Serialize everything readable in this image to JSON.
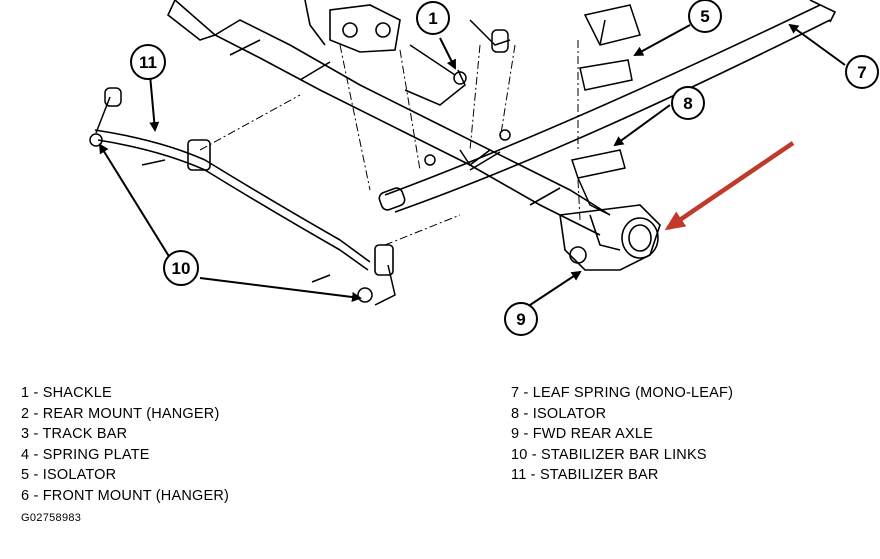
{
  "callouts": [
    {
      "num": "1"
    },
    {
      "num": "5"
    },
    {
      "num": "7"
    },
    {
      "num": "8"
    },
    {
      "num": "9"
    },
    {
      "num": "10"
    },
    {
      "num": "11"
    }
  ],
  "legend_left": [
    "1 - SHACKLE",
    "2 - REAR MOUNT (HANGER)",
    "3 - TRACK BAR",
    "4 - SPRING PLATE",
    "5 - ISOLATOR",
    "6 - FRONT MOUNT (HANGER)"
  ],
  "legend_right": [
    "7 - LEAF SPRING (MONO-LEAF)",
    "8 - ISOLATOR",
    "9 - FWD REAR AXLE",
    "10 - STABILIZER BAR LINKS",
    "11 - STABILIZER BAR"
  ],
  "figure_id": "G02758983",
  "colors": {
    "line": "#000000",
    "pointer_arrow": "#c0392b"
  }
}
